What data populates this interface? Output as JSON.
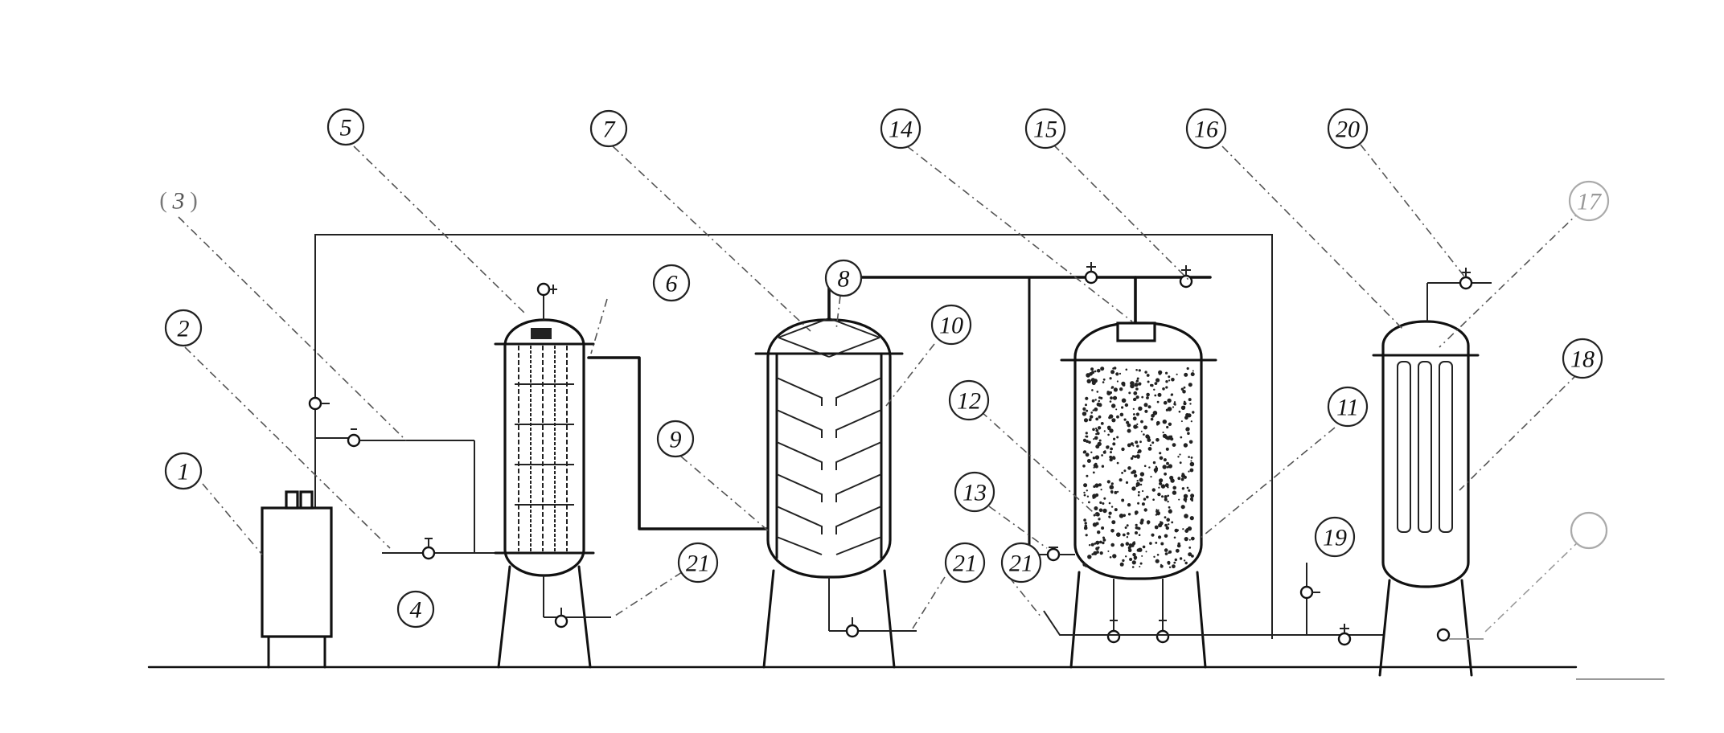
{
  "labels": {
    "l1": "1",
    "l2": "2",
    "l3": "3",
    "l4": "4",
    "l5": "5",
    "l6": "6",
    "l7": "7",
    "l8": "8",
    "l9": "9",
    "l10": "10",
    "l11": "11",
    "l12": "12",
    "l13": "13",
    "l14": "14",
    "l15": "15",
    "l16": "16",
    "l17": "17",
    "l18": "18",
    "l19": "19",
    "l20": "20",
    "l21a": "21",
    "l21b": "21",
    "l21c": "21"
  },
  "colors": {
    "line": "#111111",
    "leader": "#555555",
    "background": "#ffffff"
  }
}
